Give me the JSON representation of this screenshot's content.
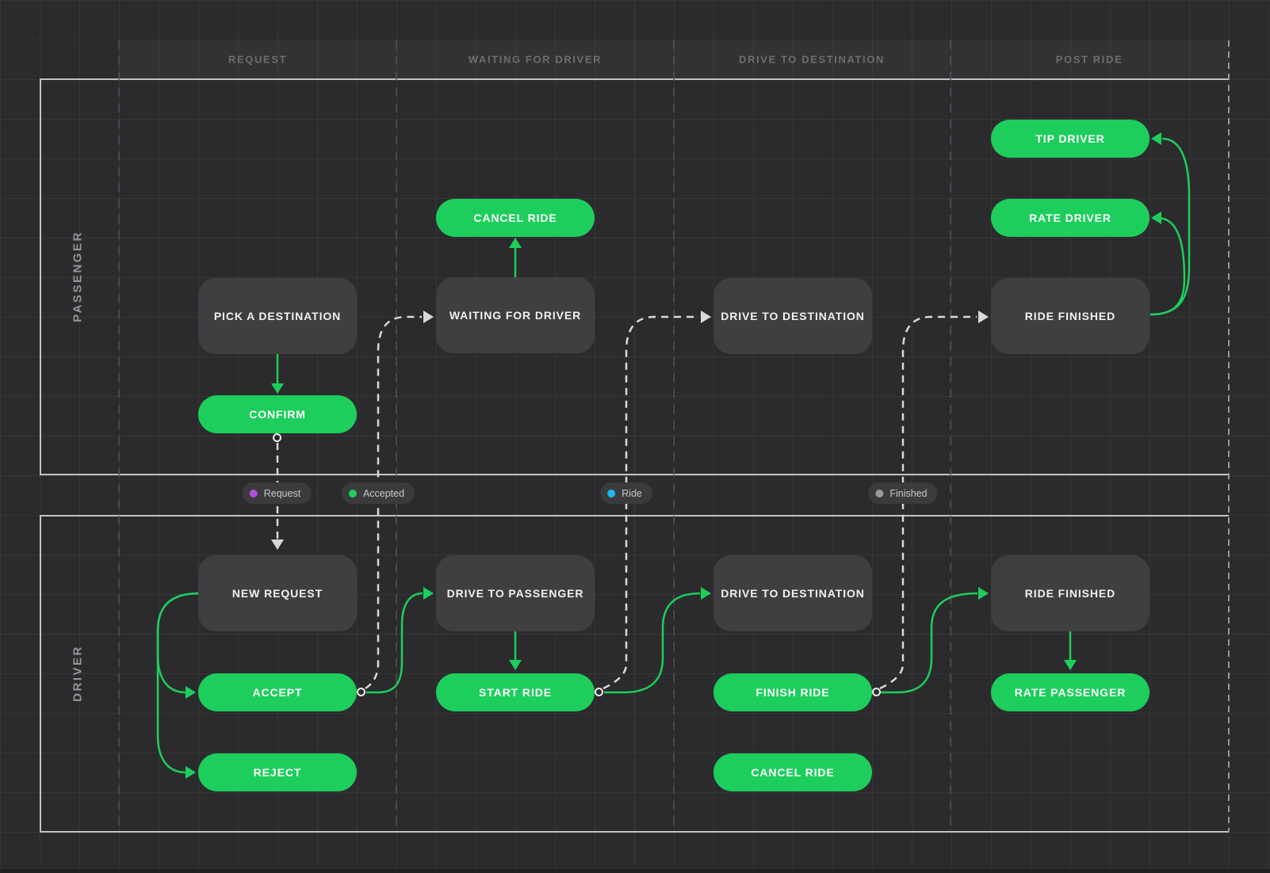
{
  "header": {
    "columns": [
      "REQUEST",
      "WAITING FOR DRIVER",
      "DRIVE TO DESTINATION",
      "POST RIDE"
    ]
  },
  "lanes": {
    "passenger": "PASSENGER",
    "driver": "DRIVER"
  },
  "events": [
    {
      "label": "Request",
      "color": "#B04FE0"
    },
    {
      "label": "Accepted",
      "color": "#1DCE5C"
    },
    {
      "label": "Ride",
      "color": "#18B9F2"
    },
    {
      "label": "Finished",
      "color": "#9B9B9D"
    }
  ],
  "nodes": [
    {
      "label": "PICK A DESTINATION"
    },
    {
      "label": "CONFIRM"
    },
    {
      "label": "CANCEL RIDE"
    },
    {
      "label": "WAITING FOR DRIVER"
    },
    {
      "label": "DRIVE TO DESTINATION"
    },
    {
      "label": "RIDE FINISHED"
    },
    {
      "label": "TIP DRIVER"
    },
    {
      "label": "RATE DRIVER"
    },
    {
      "label": "NEW REQUEST"
    },
    {
      "label": "ACCEPT"
    },
    {
      "label": "REJECT"
    },
    {
      "label": "DRIVE TO PASSENGER"
    },
    {
      "label": "START RIDE"
    },
    {
      "label": "DRIVE TO DESTINATION"
    },
    {
      "label": "FINISH RIDE"
    },
    {
      "label": "CANCEL RIDE"
    },
    {
      "label": "RIDE FINISHED"
    },
    {
      "label": "RATE PASSENGER"
    }
  ],
  "colors": {
    "accent_green": "#1DCE5C",
    "dashed_connector": "#D9D9D9",
    "node_fill": "#3F3F42",
    "background": "#2B2B2D",
    "lane_border": "#C3C3C5"
  }
}
